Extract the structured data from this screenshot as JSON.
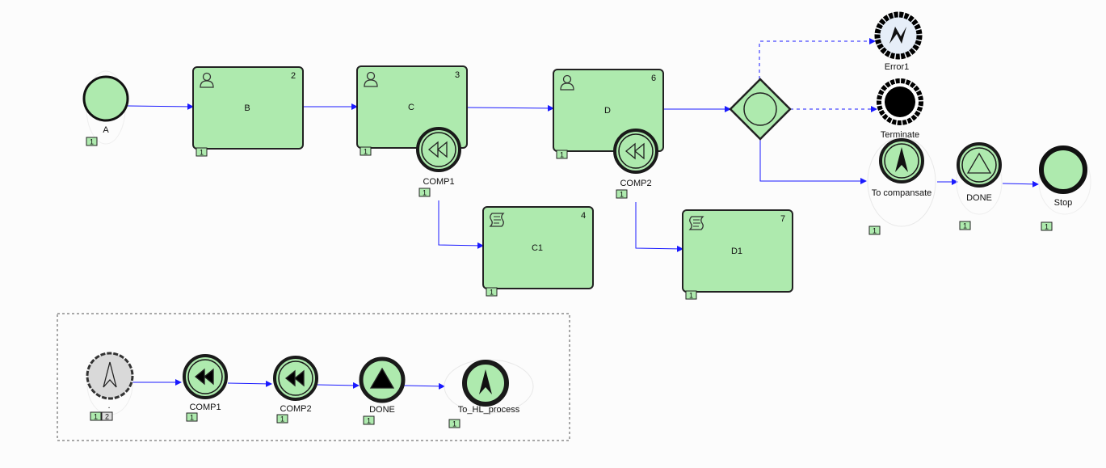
{
  "colors": {
    "task_fill": "#aeeaae",
    "stroke": "#222222",
    "edge": "#1a1aff",
    "error_fill": "#e6eef8",
    "gray_fill": "#d9d9d9"
  },
  "tasks": [
    {
      "id": "B",
      "label": "B",
      "number": "2",
      "icon": "user-icon",
      "badge": "1"
    },
    {
      "id": "C",
      "label": "C",
      "number": "3",
      "icon": "user-icon",
      "badge": "1"
    },
    {
      "id": "D",
      "label": "D",
      "number": "6",
      "icon": "user-icon",
      "badge": "1"
    },
    {
      "id": "C1",
      "label": "C1",
      "number": "4",
      "icon": "script-icon",
      "badge": "1"
    },
    {
      "id": "D1",
      "label": "D1",
      "number": "7",
      "icon": "script-icon",
      "badge": "1"
    }
  ],
  "events": [
    {
      "id": "A",
      "label": "A",
      "type": "start",
      "icon": "start-event-icon",
      "badges": [
        "1"
      ]
    },
    {
      "id": "COMP1b",
      "label": "COMP1",
      "type": "boundary-compensate",
      "icon": "compensate-icon",
      "badges": [
        "1"
      ]
    },
    {
      "id": "COMP2b",
      "label": "COMP2",
      "type": "boundary-compensate",
      "icon": "compensate-icon",
      "badges": [
        "1"
      ]
    },
    {
      "id": "Error1",
      "label": "Error1",
      "type": "error-end",
      "icon": "error-icon",
      "badges": []
    },
    {
      "id": "Terminate",
      "label": "Terminate",
      "type": "terminate-end",
      "icon": "terminate-icon",
      "badges": []
    },
    {
      "id": "ToComp",
      "label": "To compansate",
      "type": "escalation-throw",
      "icon": "escalation-icon",
      "badges": [
        "1"
      ]
    },
    {
      "id": "DONE",
      "label": "DONE",
      "type": "signal-throw",
      "icon": "signal-icon",
      "badges": [
        "1"
      ]
    },
    {
      "id": "Stop",
      "label": "Stop",
      "type": "end",
      "icon": "end-event-icon",
      "badges": [
        "1"
      ]
    },
    {
      "id": "SubStart",
      "label": ".",
      "type": "escalation-start",
      "icon": "escalation-icon",
      "badges": [
        "1",
        "2"
      ]
    },
    {
      "id": "SubCOMP1",
      "label": "COMP1",
      "type": "compensate-throw",
      "icon": "compensate-icon",
      "badges": [
        "1"
      ]
    },
    {
      "id": "SubCOMP2",
      "label": "COMP2",
      "type": "compensate-throw",
      "icon": "compensate-icon",
      "badges": [
        "1"
      ]
    },
    {
      "id": "SubDONE",
      "label": "DONE",
      "type": "signal-end",
      "icon": "signal-icon",
      "badges": [
        "1"
      ]
    },
    {
      "id": "ToHL",
      "label": "To_HL_process",
      "type": "escalation-end",
      "icon": "escalation-icon",
      "badges": [
        "1"
      ]
    }
  ],
  "gateway": {
    "id": "G",
    "type": "event-based",
    "icon": "gateway-icon"
  }
}
